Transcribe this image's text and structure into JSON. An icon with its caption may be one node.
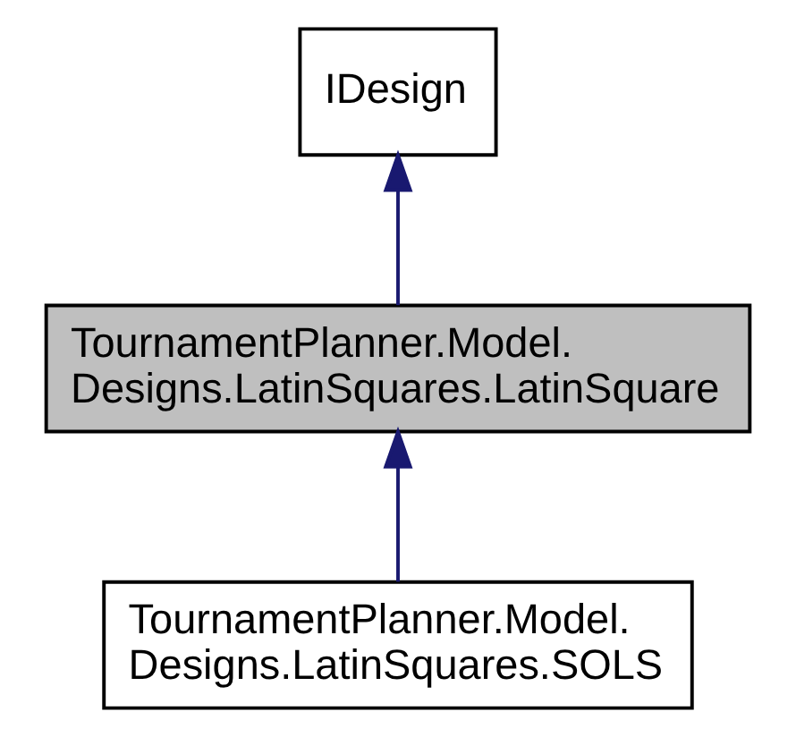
{
  "diagram": {
    "nodes": [
      {
        "text": [
          "IDesign"
        ]
      },
      {
        "text": [
          "TournamentPlanner.Model. Designs.LatinSquares.LatinSquare"
        ]
      },
      {
        "text": [
          "TournamentPlanner.Model. Designs.LatinSquares.SOLS"
        ]
      }
    ],
    "edges": [
      {
        "from": 2,
        "to": 1,
        "arrow": "to"
      },
      {
        "from": 1,
        "to": 0,
        "arrow": "to"
      }
    ]
  }
}
